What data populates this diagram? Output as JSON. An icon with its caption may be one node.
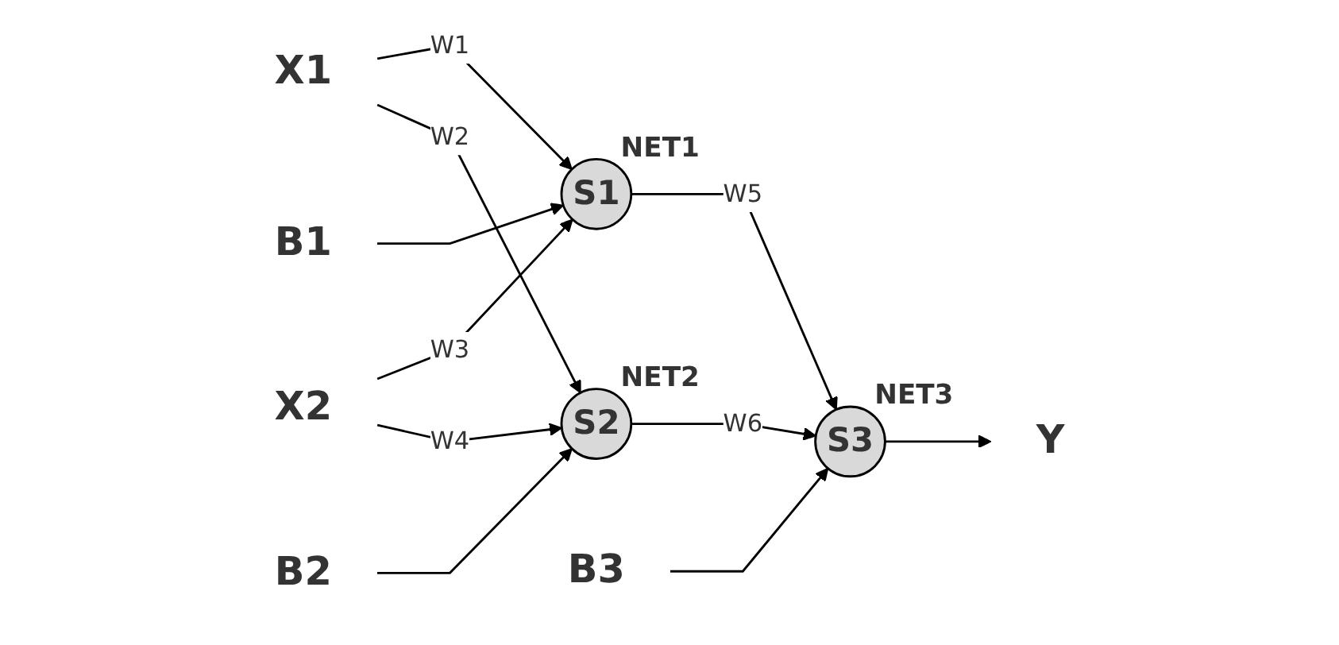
{
  "diagram": {
    "nodes": [
      {
        "text": [
          "X1"
        ]
      },
      {
        "text": [
          "X2"
        ]
      },
      {
        "text": [
          "S1"
        ],
        "beside": [
          "NET1"
        ]
      },
      {
        "text": [
          "S2"
        ],
        "beside": [
          "NET2"
        ]
      },
      {
        "text": [
          "S3"
        ],
        "beside": [
          "NET3"
        ]
      },
      {
        "text": [
          "Y"
        ]
      },
      {
        "text": [
          "B1"
        ]
      },
      {
        "text": [
          "B2"
        ]
      },
      {
        "text": [
          "B3"
        ]
      }
    ],
    "edges": [
      {
        "from": 0,
        "to": 2,
        "arrow": "to",
        "label": "W1"
      },
      {
        "from": 0,
        "to": 3,
        "arrow": "to",
        "label": "W2"
      },
      {
        "from": 1,
        "to": 2,
        "arrow": "to",
        "label": "W3"
      },
      {
        "from": 1,
        "to": 3,
        "arrow": "to",
        "label": "W4"
      },
      {
        "from": 2,
        "to": 4,
        "arrow": "to",
        "label": "W5"
      },
      {
        "from": 3,
        "to": 4,
        "arrow": "to",
        "label": "W6"
      },
      {
        "from": 6,
        "to": 2,
        "arrow": "to"
      },
      {
        "from": 7,
        "to": 3,
        "arrow": "to"
      },
      {
        "from": 8,
        "to": 4,
        "arrow": "to"
      },
      {
        "from": 4,
        "to": 5,
        "arrow": "to"
      }
    ]
  }
}
